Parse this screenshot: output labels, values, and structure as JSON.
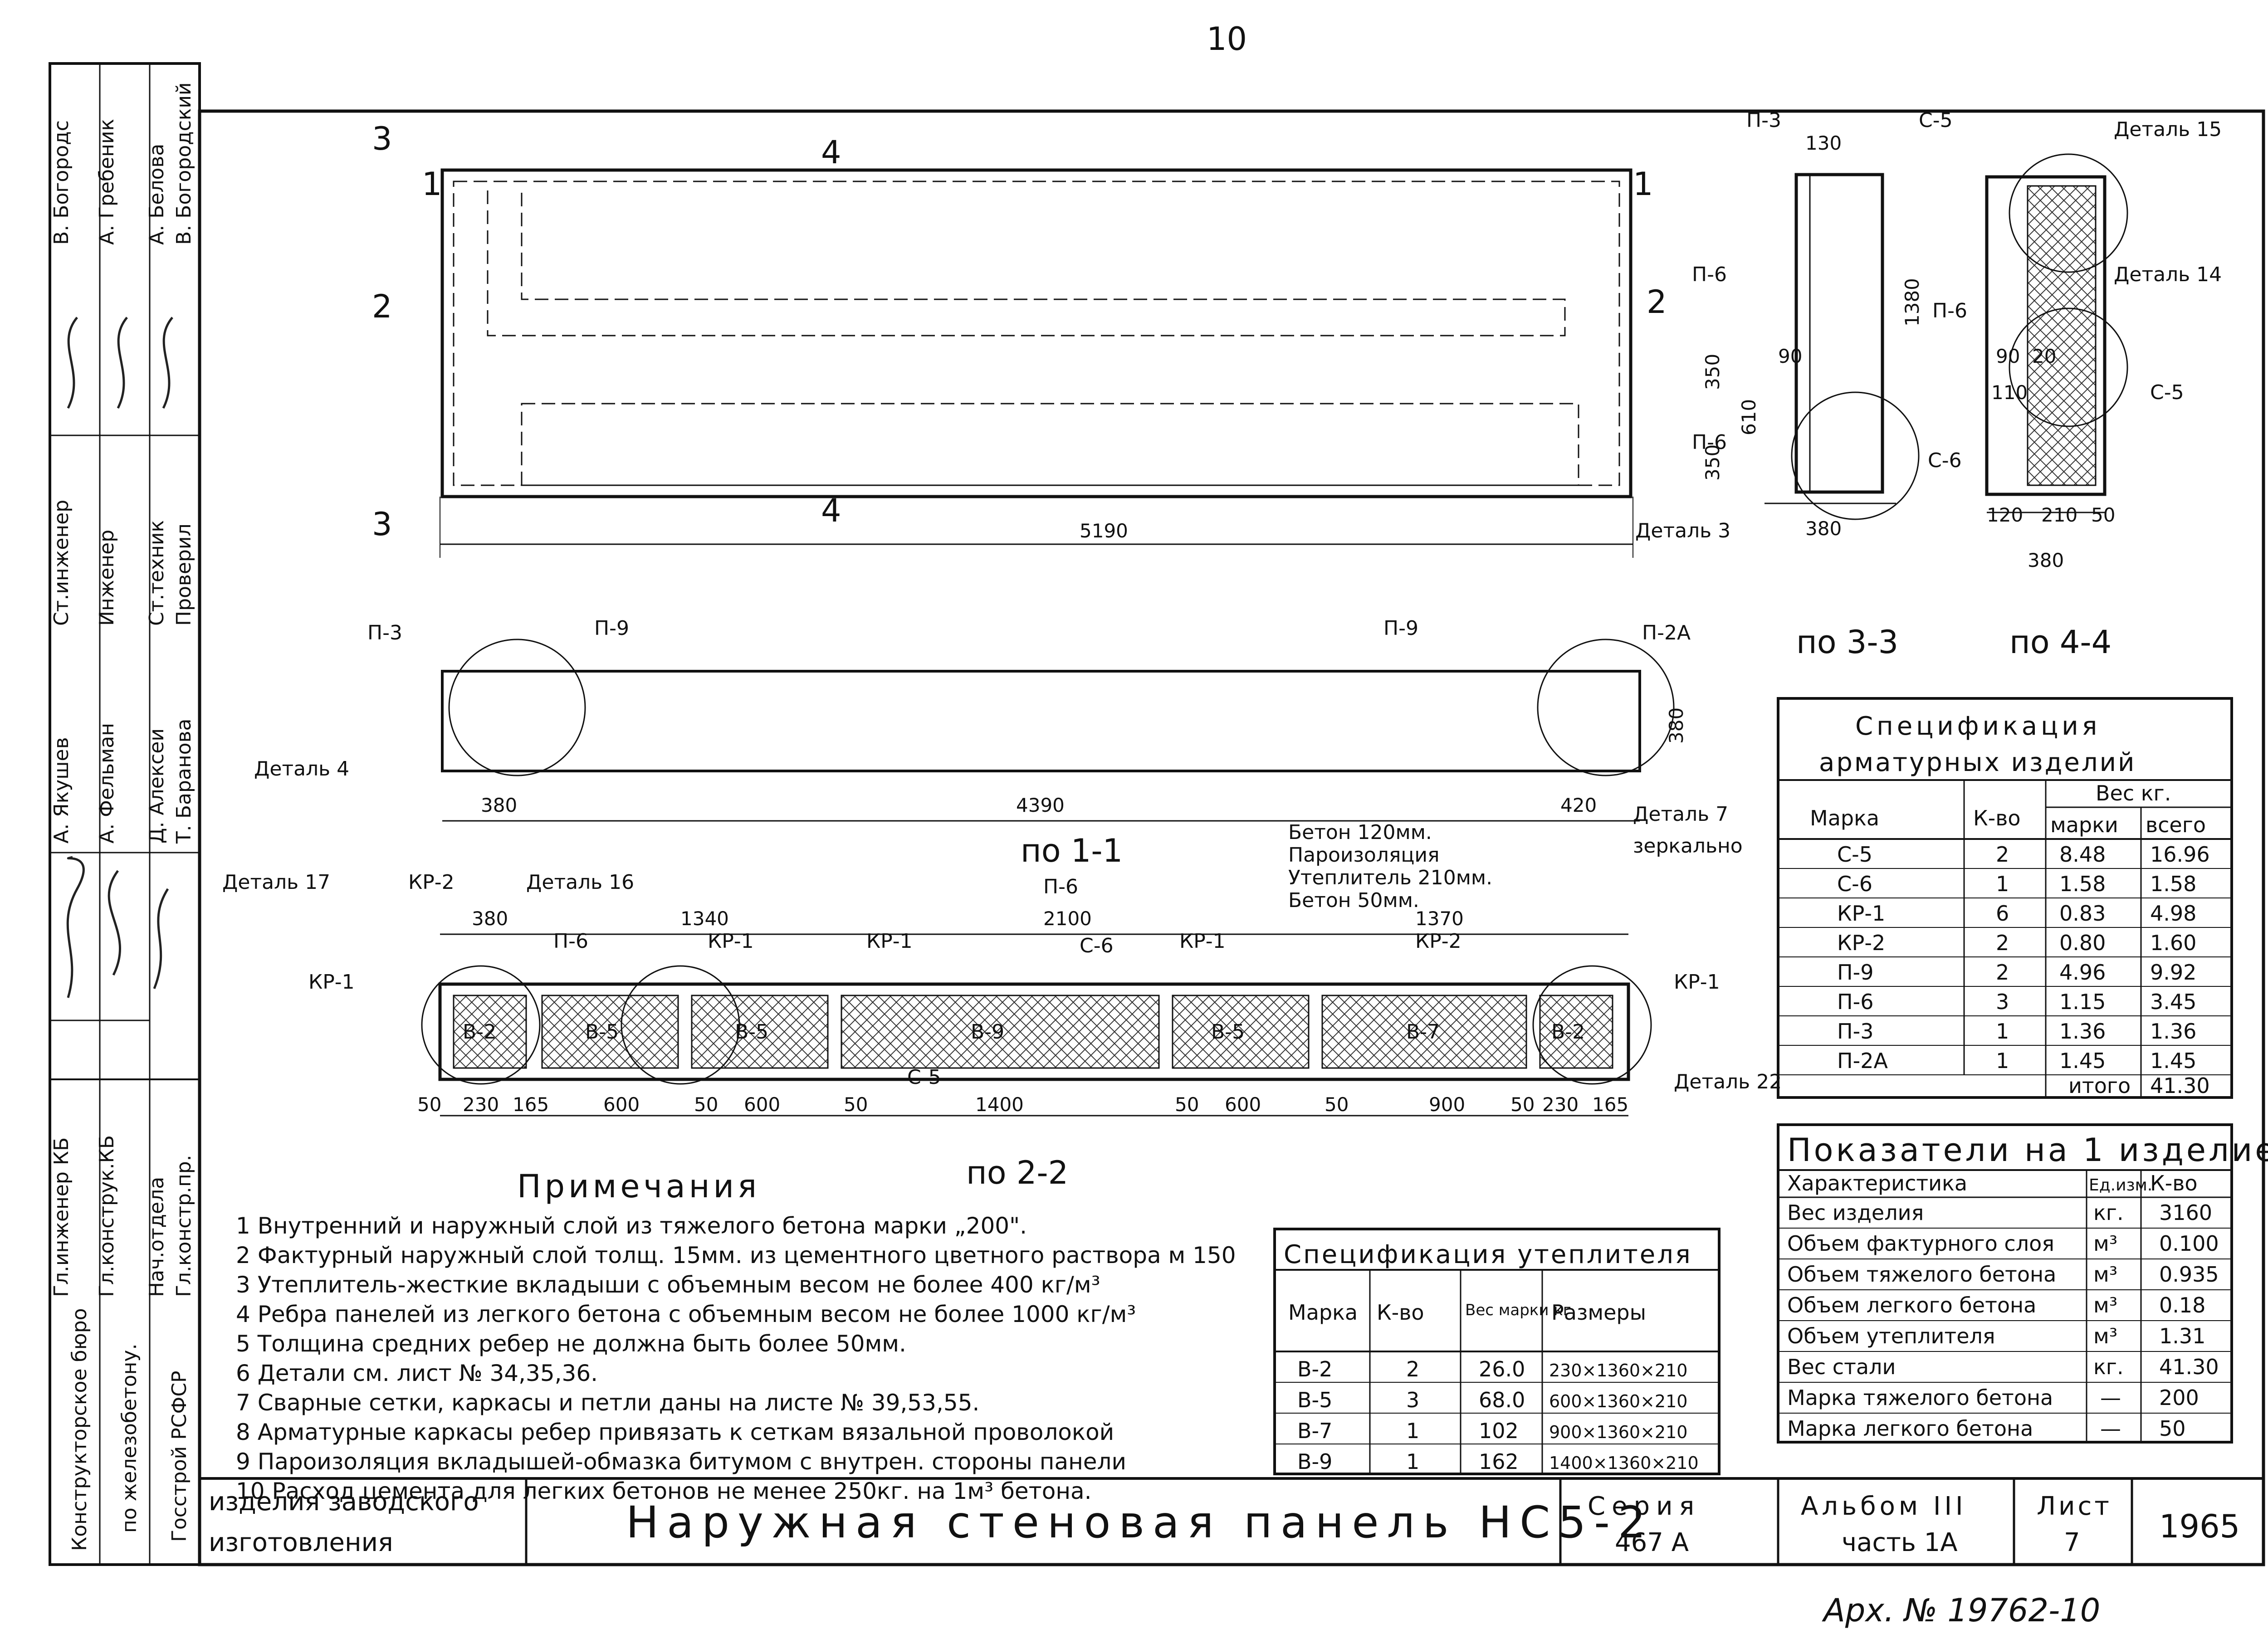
{
  "page_number": "10",
  "archive_number": "Арх. № 19762-10",
  "title_block": {
    "description_left": [
      "изделия заводского",
      "изготовления"
    ],
    "drawing_title": "Наружная стеновая панель НС5-2",
    "series_label": "Серия",
    "series_value": "467 А",
    "album_label": "Альбом III",
    "album_part": "часть 1А",
    "sheet_label": "Лист",
    "sheet_value": "7",
    "year": "1965"
  },
  "side_stamp": {
    "org_lines": [
      "Конструкторское бюро",
      "по железобетону.",
      "Госстрой РСФСР"
    ],
    "roles": [
      "Гл.инженер КБ",
      "Гл.конструк.КБ",
      "Нач.отдела",
      "Гл.констр.пр.",
      "Ст.инженер",
      "Инженер",
      "Ст.техник",
      "Проверил"
    ],
    "names": [
      "А. Якушев",
      "А. Фельман",
      "Д. Алексеи",
      "Т. Баранова",
      "В. Богородс",
      "А. Гребеник",
      "А. Белова",
      "В. Богородский"
    ]
  },
  "elevation": {
    "section_marks": [
      "1",
      "2",
      "3",
      "4"
    ],
    "length": "5190",
    "detail_3": "Деталь 3"
  },
  "section_3_3": {
    "caption": "по 3-3",
    "labels": [
      "П-3",
      "П-6"
    ],
    "dims": [
      "130",
      "1380",
      "350",
      "350",
      "610",
      "90",
      "380"
    ]
  },
  "section_4_4": {
    "caption": "по 4-4",
    "labels": [
      "С-5",
      "Деталь 15",
      "Деталь 14",
      "П-6",
      "С-5",
      "С-6"
    ],
    "dims": [
      "90",
      "20",
      "110",
      "120",
      "210",
      "50",
      "380"
    ]
  },
  "section_1_1": {
    "caption": "по 1-1",
    "labels": [
      "П-3",
      "П-9",
      "П-9",
      "П-2А",
      "Деталь 4",
      "Деталь 7",
      "зеркально"
    ],
    "dims": [
      "380",
      "4390",
      "420",
      "380"
    ]
  },
  "section_2_2": {
    "caption": "по 2-2",
    "layers": [
      "Бетон 120мм.",
      "Пароизоляция",
      "Утеплитель 210мм.",
      "Бетон 50мм."
    ],
    "labels": [
      "Деталь 17",
      "КР-2",
      "Деталь 16",
      "П-6",
      "КР-1",
      "КР-1",
      "П-6",
      "С-6",
      "КР-1",
      "КР-2",
      "КР-1",
      "КР-1",
      "С-5",
      "Деталь 22"
    ],
    "blocks": [
      "В-2",
      "В-5",
      "В-5",
      "В-9",
      "В-5",
      "В-7",
      "В-2"
    ],
    "top_dims": [
      "380",
      "1340",
      "2100",
      "1370"
    ],
    "bottom_dims": [
      "50",
      "230",
      "165",
      "600",
      "50",
      "600",
      "50",
      "1400",
      "50",
      "600",
      "50",
      "900",
      "50",
      "230",
      "165"
    ]
  },
  "spec_reinforcement": {
    "title": "Спецификация",
    "subtitle": "арматурных изделий",
    "headers": [
      "Марка",
      "К-во",
      "Вес кг.",
      "марки",
      "всего"
    ],
    "rows": [
      [
        "С-5",
        "2",
        "8.48",
        "16.96"
      ],
      [
        "С-6",
        "1",
        "1.58",
        "1.58"
      ],
      [
        "КР-1",
        "6",
        "0.83",
        "4.98"
      ],
      [
        "КР-2",
        "2",
        "0.80",
        "1.60"
      ],
      [
        "П-9",
        "2",
        "4.96",
        "9.92"
      ],
      [
        "П-6",
        "3",
        "1.15",
        "3.45"
      ],
      [
        "П-3",
        "1",
        "1.36",
        "1.36"
      ],
      [
        "П-2А",
        "1",
        "1.45",
        "1.45"
      ]
    ],
    "total_label": "итого",
    "total_value": "41.30"
  },
  "indicators": {
    "title": "Показатели на 1 изделие",
    "headers": [
      "Характеристика",
      "Ед.изм.",
      "К-во"
    ],
    "rows": [
      [
        "Вес изделия",
        "кг.",
        "3160"
      ],
      [
        "Объем фактурного слоя",
        "м³",
        "0.100"
      ],
      [
        "Объем тяжелого бетона",
        "м³",
        "0.935"
      ],
      [
        "Объем легкого бетона",
        "м³",
        "0.18"
      ],
      [
        "Объем утеплителя",
        "м³",
        "1.31"
      ],
      [
        "Вес стали",
        "кг.",
        "41.30"
      ],
      [
        "Марка тяжелого бетона",
        "—",
        "200"
      ],
      [
        "Марка легкого бетона",
        "—",
        "50"
      ]
    ]
  },
  "spec_insulation": {
    "title": "Спецификация утеплителя",
    "headers": [
      "Марка",
      "К-во",
      "Вес марки кг.",
      "Размеры"
    ],
    "rows": [
      [
        "В-2",
        "2",
        "26.0",
        "230×1360×210"
      ],
      [
        "В-5",
        "3",
        "68.0",
        "600×1360×210"
      ],
      [
        "В-7",
        "1",
        "102",
        "900×1360×210"
      ],
      [
        "В-9",
        "1",
        "162",
        "1400×1360×210"
      ]
    ]
  },
  "notes": {
    "title": "Примечания",
    "items": [
      "1 Внутренний и наружный слой из тяжелого бетона марки „200\".",
      "2 Фактурный наружный слой толщ. 15мм. из цементного цветного раствора м 150",
      "3 Утеплитель-жесткие вкладыши с объемным весом не более 400 кг/м³",
      "4 Ребра панелей из легкого бетона с объемным весом не более 1000 кг/м³",
      "5 Толщина средних ребер не должна быть более 50мм.",
      "6 Детали см. лист № 34,35,36.",
      "7 Сварные сетки, каркасы и петли даны на листе № 39,53,55.",
      "8 Арматурные каркасы ребер привязать к сеткам вязальной проволокой",
      "9 Пароизоляция вкладышей-обмазка битумом с внутрен. стороны панели",
      "10 Расход цемента для легких бетонов не менее 250кг. на 1м³ бетона."
    ]
  }
}
